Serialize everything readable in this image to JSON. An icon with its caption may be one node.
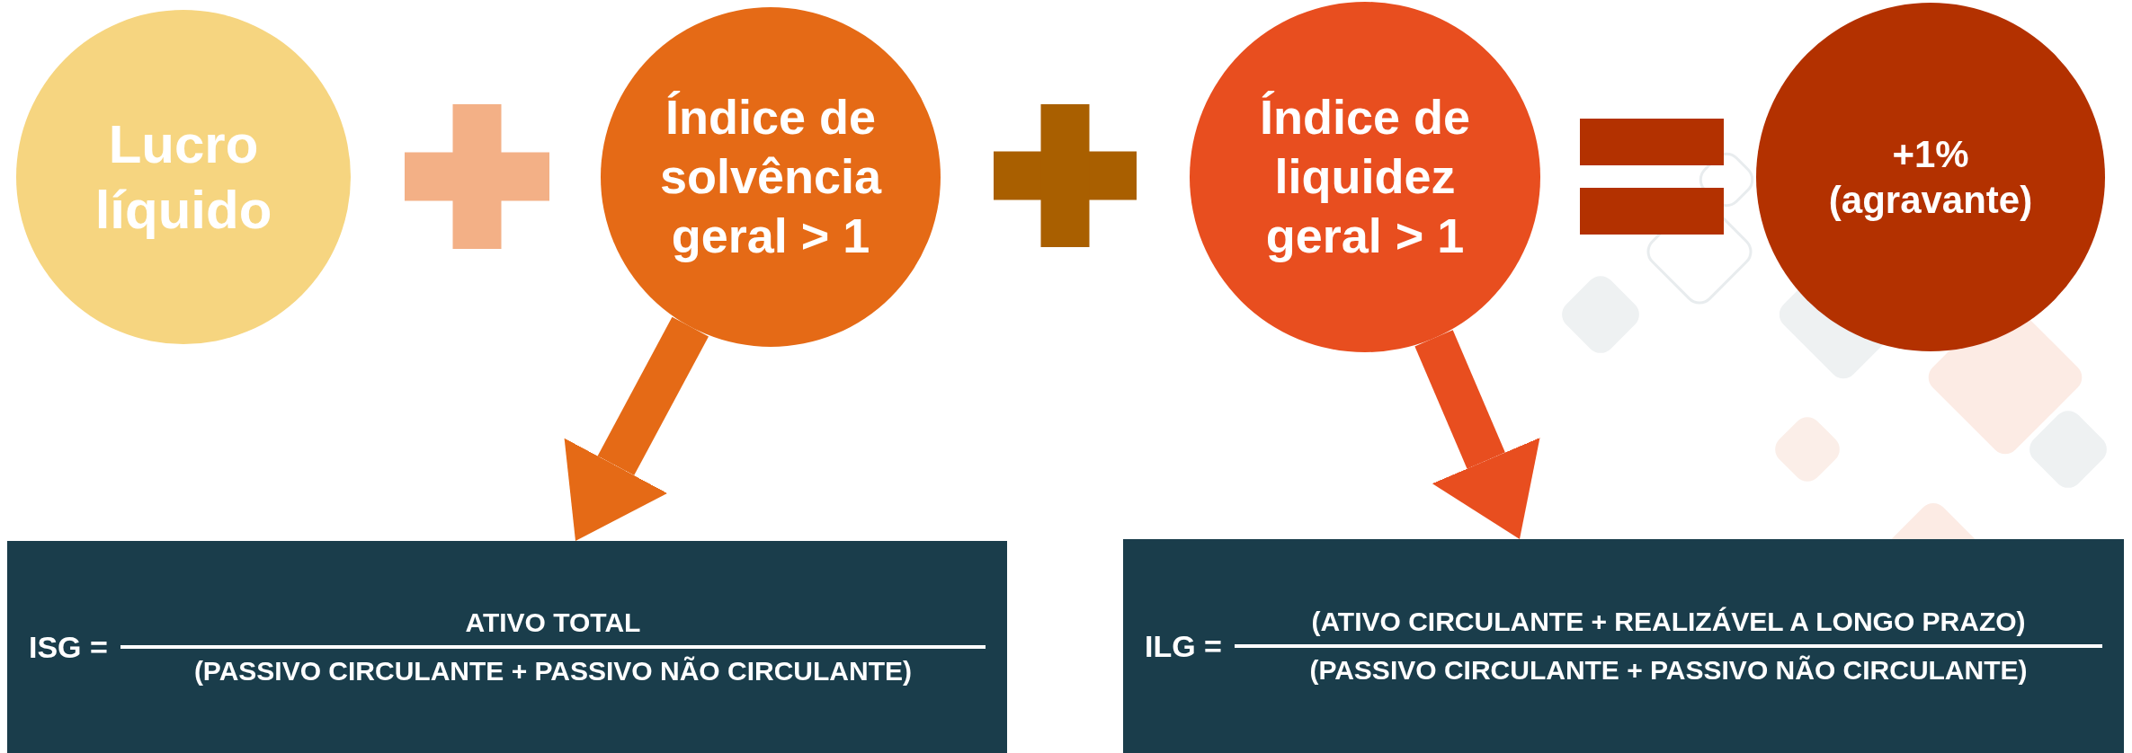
{
  "diagram": {
    "nodes": [
      {
        "text": [
          "Lucro líquido"
        ]
      },
      {
        "text": [
          "Índice de solvência geral > 1"
        ]
      },
      {
        "text": [
          "Índice de liquidez geral > 1"
        ]
      },
      {
        "text": [
          "+1% (agravante)"
        ]
      },
      {
        "text": [
          "ISG =",
          "ATIVO TOTAL",
          "(PASSIVO CIRCULANTE + PASSIVO NÃO CIRCULANTE)"
        ]
      },
      {
        "text": [
          "ILG =",
          "(ATIVO CIRCULANTE + REALIZÁVEL A LONGO PRAZO)",
          "(PASSIVO CIRCULANTE + PASSIVO NÃO CIRCULANTE)"
        ]
      }
    ],
    "edges": [
      {
        "from": 1,
        "to": 4,
        "arrow": "to",
        "color": "#e56a16"
      },
      {
        "from": 2,
        "to": 5,
        "arrow": "to",
        "color": "#e84e1f"
      }
    ]
  }
}
